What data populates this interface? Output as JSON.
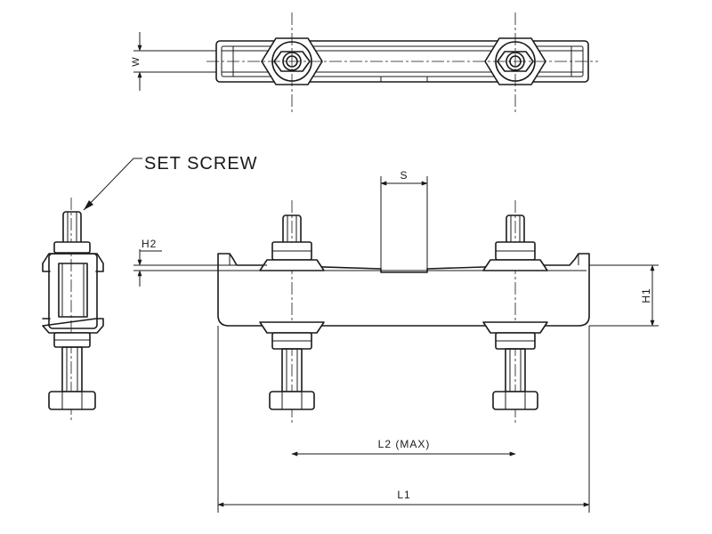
{
  "labels": {
    "set_screw": "SET SCREW",
    "w": "W",
    "h2": "H2",
    "s": "S",
    "h1": "H1",
    "l2": "L2 (MAX)",
    "l1": "L1"
  },
  "colors": {
    "line": "#1a1a1a",
    "background": "#ffffff"
  }
}
